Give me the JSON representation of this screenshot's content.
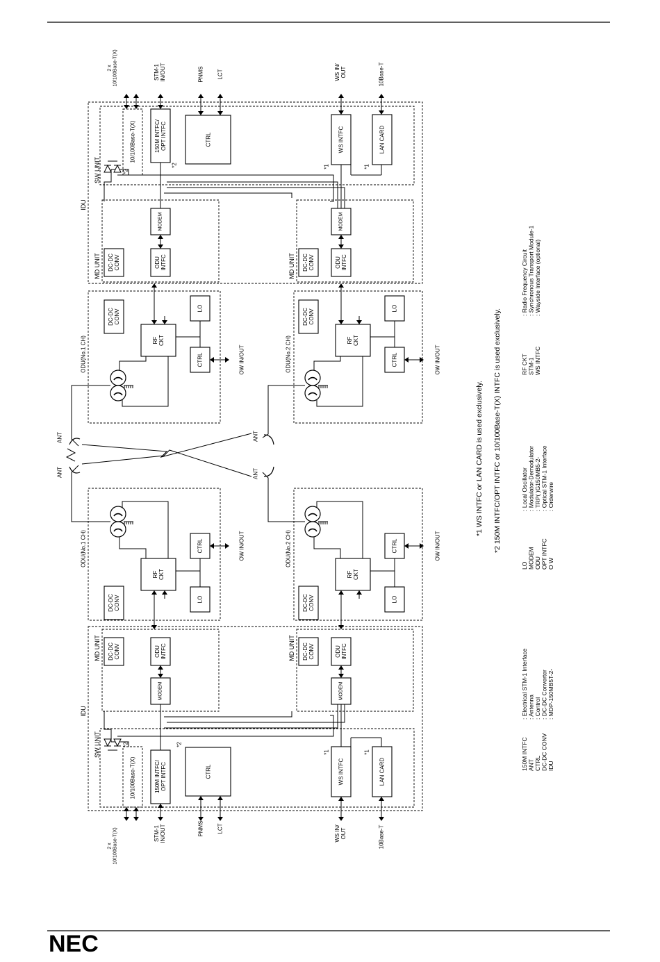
{
  "idu": "IDU",
  "sw_unit": "SW UNIT",
  "md_unit": "MD UNIT",
  "odu_no1": "ODU(No.1 CH)",
  "odu_no2": "ODU(No.2 CH)",
  "ant": "ANT",
  "two_x": "2 x",
  "base_tx": "10/100Base-T(X)",
  "stm1_inout_l1": "STM-1",
  "stm1_inout_l2": "IN/OUT",
  "pnms": "PNMS",
  "lct": "LCT",
  "ws_inout_l1": "WS IN/",
  "ws_inout_l2": "OUT",
  "base_t": "10Base-T",
  "box_base_tx": "10/100Base-T(X)",
  "box_150m_l1": "150M INTFC/",
  "box_150m_l2": "OPT INTFC",
  "box_ctrl": "CTRL",
  "box_ws_intfc": "WS INTFC",
  "box_lan_card": "LAN CARD",
  "box_modem": "MODEM",
  "box_odu_l1": "ODU",
  "box_odu_l2": "INTFC",
  "box_dcdc_l1": "DC-DC",
  "box_dcdc_l2": "CONV",
  "box_rf_l1": "RF",
  "box_rf_l2": "CKT",
  "box_lo": "LO",
  "ow_inout": "OW IN/OUT",
  "mark1": "*1",
  "mark2": "*2",
  "footnote1": "*1   WS INTFC or LAN CARD is used exclusively.",
  "footnote2": "*2   150M INTFC/OPT INTFC or 10/100Base-T(X) INTFC is used exclusively.",
  "abbreviations": {
    "col1": [
      {
        "term": "150M INTFC",
        "def": ": Electrical STM-1 Interface"
      },
      {
        "term": "ANT",
        "def": ": Antenna"
      },
      {
        "term": "CTRL",
        "def": ": Control"
      },
      {
        "term": "DC-DC CONV",
        "def": ": DC-DC Converter"
      },
      {
        "term": "IDU",
        "def": ": MDP-150MB5T-2-"
      }
    ],
    "col2": [
      {
        "term": "LO",
        "def": ": Local Oscillator"
      },
      {
        "term": "MODEM",
        "def": ": Modulator-Demodulator"
      },
      {
        "term": "ODU",
        "def": ": TRP( )G150MB5-2-"
      },
      {
        "term": "OPT INTFC",
        "def": ": Optical STM-1 Interface"
      },
      {
        "term": "O W",
        "def": ": Orderwire"
      }
    ],
    "col3": [
      {
        "term": "RF CKT",
        "def": ": Radio Frequency Circuit"
      },
      {
        "term": "STM-1",
        "def": ": Synchronous Transport Module-1"
      },
      {
        "term": "WS INTFC",
        "def": ": Wayside Interface (optional)"
      }
    ]
  },
  "logo": "NEC"
}
